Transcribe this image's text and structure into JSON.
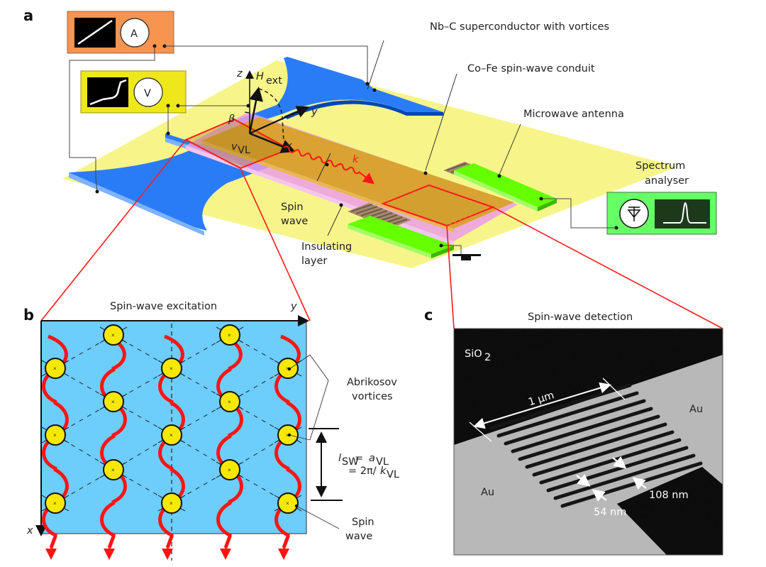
{
  "panels": {
    "a": "a",
    "b": "b",
    "c": "c"
  },
  "panel_a": {
    "ammeter_label": "A",
    "voltmeter_label": "V",
    "labels": {
      "superconductor": "Nb–C superconductor with vortices",
      "conduit": "Co–Fe spin-wave conduit",
      "antenna": "Microwave antenna",
      "spectrum_line1": "Spectrum",
      "spectrum_line2": "analyser",
      "spin_line1": "Spin",
      "spin_line2": "wave",
      "insulating_line1": "Insulating",
      "insulating_line2": "layer"
    },
    "axes": {
      "z": "z",
      "y": "y",
      "x": "x",
      "h": "H",
      "h_sub": "ext",
      "beta": "β",
      "v": "v",
      "v_sub": "VL",
      "k": "k"
    },
    "colors": {
      "substrate": "#f7f58a",
      "superconductor": "#2a7cf6",
      "superconductor_edge": "#7fb2ff",
      "conduit": "#d9a232",
      "insulating": "#ec9ee6",
      "antenna": "#66ff00",
      "ammeter_box": "#f7944f",
      "voltmeter_box": "#eee81b",
      "analyser_box": "#66ff66",
      "highlight": "#ff1a1a"
    }
  },
  "panel_b": {
    "title": "Spin-wave excitation",
    "axis_y": "y",
    "axis_x": "x",
    "vortices_line1": "Abrikosov",
    "vortices_line2": "vortices",
    "formula_line1_l": "l",
    "formula_line1_sub": "SW",
    "formula_line1_eq": " = ",
    "formula_line1_a": "a",
    "formula_line1_asub": "VL",
    "formula_line2_pre": "= 2π/",
    "formula_line2_k": "k",
    "formula_line2_sub": "VL",
    "spin_line1": "Spin",
    "spin_line2": "wave",
    "colors": {
      "background": "#6dcdfb",
      "vortex": "#f7e800",
      "wave": "#ff1414"
    }
  },
  "panel_c": {
    "title": "Spin-wave detection",
    "sio2": "SiO",
    "sio2_sub": "2",
    "au_left": "Au",
    "au_right": "Au",
    "scale": "1 µm",
    "width1": "54 nm",
    "width2": "108 nm"
  }
}
